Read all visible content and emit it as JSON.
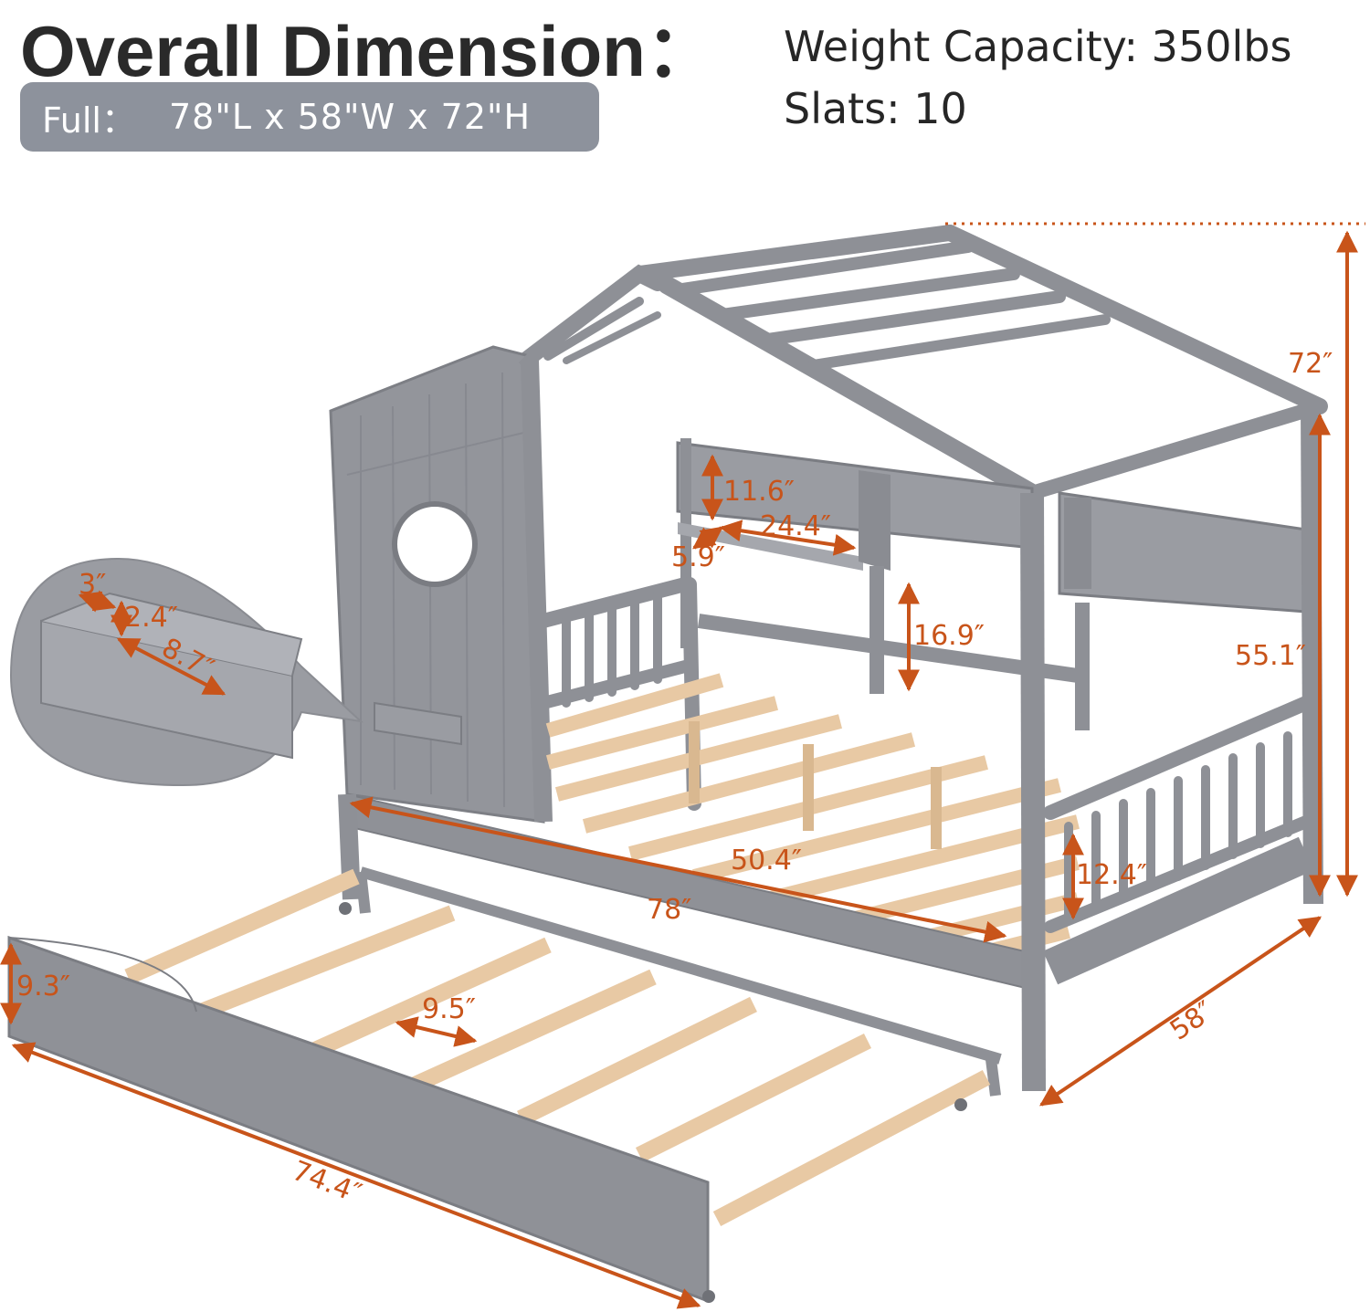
{
  "header": {
    "title": "Overall Dimension：",
    "size_label": "Full：",
    "size_value": "78\"L x 58\"W x 72\"H"
  },
  "specs": {
    "weight": "Weight Capacity: 350lbs",
    "slats": "Slats: 10"
  },
  "dimensions": {
    "height_total": "72″",
    "headboard_height": "55.1″",
    "shelf_height": "11.6″",
    "shelf_width": "24.4″",
    "shelf_depth": "5.9″",
    "shelf_clearance": "16.9″",
    "inner_length": "50.4″",
    "length": "78″",
    "width": "58″",
    "rail_height": "12.4″",
    "trundle_height": "9.3″",
    "slat_gap": "9.5″",
    "trundle_length": "74.4″",
    "tray_depth": "3″",
    "tray_height": "2.4″",
    "tray_length": "8.7″"
  },
  "colors": {
    "frame": "#8e9096",
    "wood": "#e8c9a4",
    "dimension": "#c8541a"
  }
}
